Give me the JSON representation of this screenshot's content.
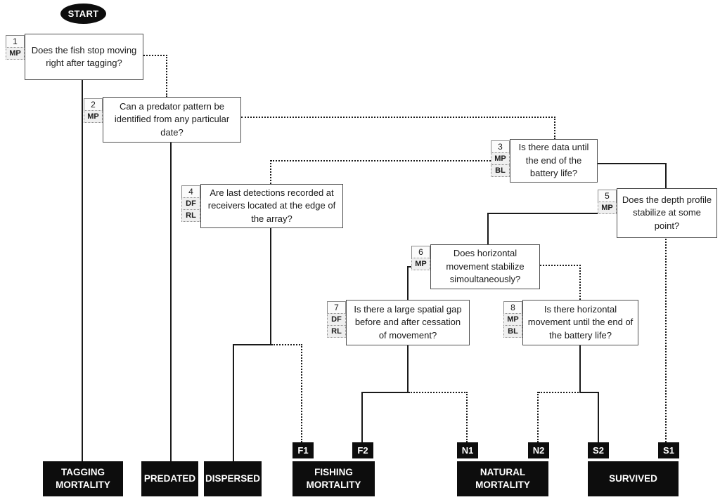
{
  "start": {
    "label": "START"
  },
  "decisions": [
    {
      "id": "1",
      "tags": [
        "MP"
      ],
      "question": "Does the fish stop moving right after tagging?"
    },
    {
      "id": "2",
      "tags": [
        "MP"
      ],
      "question": "Can a predator pattern be identified from any particular date?"
    },
    {
      "id": "3",
      "tags": [
        "MP",
        "BL"
      ],
      "question": "Is there data until the end of the battery life?"
    },
    {
      "id": "4",
      "tags": [
        "DF",
        "RL"
      ],
      "question": "Are last detections recorded at receivers located at the edge of the array?"
    },
    {
      "id": "5",
      "tags": [
        "MP"
      ],
      "question": "Does the depth profile stabilize at some point?"
    },
    {
      "id": "6",
      "tags": [
        "MP"
      ],
      "question": "Does horizontal movement stabilize simoultaneously?"
    },
    {
      "id": "7",
      "tags": [
        "DF",
        "RL"
      ],
      "question": "Is there a large spatial gap before and after cessation of movement?"
    },
    {
      "id": "8",
      "tags": [
        "MP",
        "BL"
      ],
      "question": "Is there horizontal movement until the end of the battery life?"
    }
  ],
  "outcome_tags": [
    {
      "label": "F1"
    },
    {
      "label": "F2"
    },
    {
      "label": "N1"
    },
    {
      "label": "N2"
    },
    {
      "label": "S2"
    },
    {
      "label": "S1"
    }
  ],
  "terminals": [
    {
      "label": "TAGGING MORTALITY"
    },
    {
      "label": "PREDATED"
    },
    {
      "label": "DISPERSED"
    },
    {
      "label": "FISHING MORTALITY"
    },
    {
      "label": "NATURAL MORTALITY"
    },
    {
      "label": "SURVIVED"
    }
  ],
  "colors": {
    "line": "#1a1a1a",
    "terminal_bg": "#0d0d0d",
    "terminal_text": "#ffffff",
    "box_border": "#4f4f4f",
    "chip_bg": "#efefef"
  }
}
